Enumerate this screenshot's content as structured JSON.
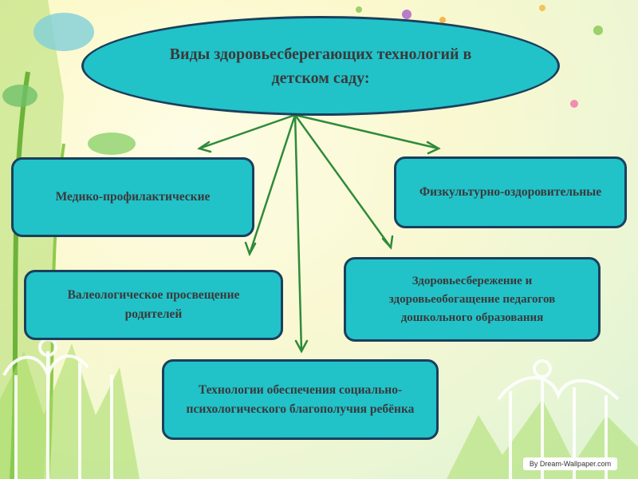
{
  "title": "Виды здоровьесберегающих технологий в детском саду:",
  "nodes": {
    "medical": "Медико-профилактические",
    "physical": "Физкультурно-оздоровительные",
    "valeology": "Валеологическое просвещение родителей",
    "teachers": "Здоровьесбережение и здоровьеобогащение педагогов дошкольного образования",
    "social": "Технологии обеспечения социально-психологического благополучия ребёнка"
  },
  "watermark": "By Dream-Wallpaper.com",
  "colors": {
    "box_fill": "#22c2c9",
    "box_border": "#1b3f5c",
    "arrow": "#2e8b3a"
  }
}
